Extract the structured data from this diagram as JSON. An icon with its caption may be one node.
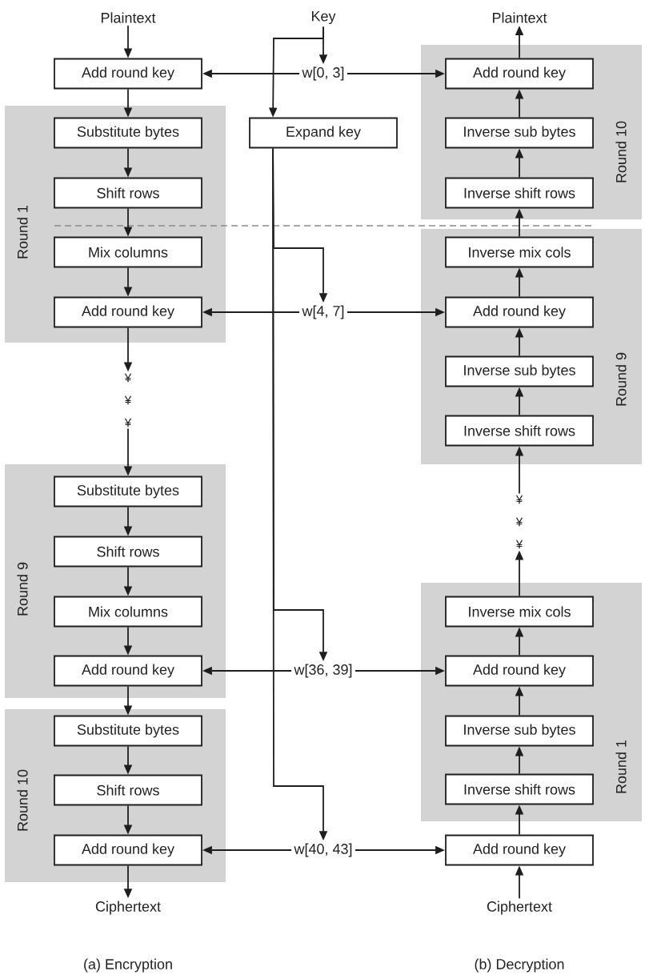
{
  "diagram": {
    "nodes": [
      {
        "text": [
          "Plaintext"
        ]
      },
      {
        "text": [
          "Add round key"
        ]
      },
      {
        "text": [
          "Round 1"
        ]
      },
      {
        "text": [
          "Substitute bytes"
        ],
        "in": 2
      },
      {
        "text": [
          "Shift rows"
        ],
        "in": 2
      },
      {
        "text": [
          "Mix columns"
        ],
        "in": 2
      },
      {
        "text": [
          "Add round key"
        ],
        "in": 2
      },
      {
        "text": [
          "Round 9"
        ]
      },
      {
        "text": [
          "Substitute bytes"
        ],
        "in": 7
      },
      {
        "text": [
          "Shift rows"
        ],
        "in": 7
      },
      {
        "text": [
          "Mix columns"
        ],
        "in": 7
      },
      {
        "text": [
          "Add round key"
        ],
        "in": 7
      },
      {
        "text": [
          "Round 10"
        ]
      },
      {
        "text": [
          "Substitute bytes"
        ],
        "in": 12
      },
      {
        "text": [
          "Shift rows"
        ],
        "in": 12
      },
      {
        "text": [
          "Add round key"
        ],
        "in": 12
      },
      {
        "text": [
          "Ciphertext"
        ]
      },
      {
        "text": [
          "Key"
        ]
      },
      {
        "text": [
          "w[0, 3]"
        ]
      },
      {
        "text": [
          "Expand key"
        ]
      },
      {
        "text": [
          "w[4, 7]"
        ]
      },
      {
        "text": [
          "w[36, 39]"
        ]
      },
      {
        "text": [
          "w[40, 43]"
        ]
      },
      {
        "text": [
          "Plaintext"
        ]
      },
      {
        "text": [
          "Round 10"
        ]
      },
      {
        "text": [
          "Add round key"
        ],
        "in": 24
      },
      {
        "text": [
          "Inverse sub bytes"
        ],
        "in": 24
      },
      {
        "text": [
          "Inverse shift rows"
        ],
        "in": 24
      },
      {
        "text": [
          "Round 9"
        ]
      },
      {
        "text": [
          "Inverse mix cols"
        ],
        "in": 28
      },
      {
        "text": [
          "Add round key"
        ],
        "in": 28
      },
      {
        "text": [
          "Inverse sub bytes"
        ],
        "in": 28
      },
      {
        "text": [
          "Inverse shift rows"
        ],
        "in": 28
      },
      {
        "text": [
          "Round 1"
        ]
      },
      {
        "text": [
          "Inverse mix cols"
        ],
        "in": 33
      },
      {
        "text": [
          "Add round key"
        ],
        "in": 33
      },
      {
        "text": [
          "Inverse sub bytes"
        ],
        "in": 33
      },
      {
        "text": [
          "Inverse shift rows"
        ],
        "in": 33
      },
      {
        "text": [
          "Add round key"
        ]
      },
      {
        "text": [
          "Ciphertext"
        ]
      },
      {
        "text": [
          "¥ ¥ ¥"
        ]
      },
      {
        "text": [
          "¥ ¥ ¥"
        ]
      }
    ],
    "edges": [
      {
        "from": 0,
        "to": 1,
        "arrow": "to"
      },
      {
        "from": 1,
        "to": 3,
        "arrow": "to"
      },
      {
        "from": 3,
        "to": 4,
        "arrow": "to"
      },
      {
        "from": 4,
        "to": 5,
        "arrow": "to"
      },
      {
        "from": 5,
        "to": 6,
        "arrow": "to"
      },
      {
        "from": 6,
        "to": 40,
        "arrow": "to"
      },
      {
        "from": 40,
        "to": 8,
        "arrow": "to"
      },
      {
        "from": 8,
        "to": 9,
        "arrow": "to"
      },
      {
        "from": 9,
        "to": 10,
        "arrow": "to"
      },
      {
        "from": 10,
        "to": 11,
        "arrow": "to"
      },
      {
        "from": 11,
        "to": 13,
        "arrow": "to"
      },
      {
        "from": 13,
        "to": 14,
        "arrow": "to"
      },
      {
        "from": 14,
        "to": 15,
        "arrow": "to"
      },
      {
        "from": 15,
        "to": 16,
        "arrow": "to"
      },
      {
        "from": 17,
        "to": 18,
        "arrow": "to"
      },
      {
        "from": 17,
        "to": 19,
        "arrow": "to"
      },
      {
        "from": 19,
        "to": 20,
        "arrow": "to"
      },
      {
        "from": 19,
        "to": 21,
        "arrow": "to"
      },
      {
        "from": 19,
        "to": 22,
        "arrow": "to"
      },
      {
        "from": 18,
        "to": 1,
        "arrow": "to"
      },
      {
        "from": 18,
        "to": 25,
        "arrow": "to"
      },
      {
        "from": 20,
        "to": 6,
        "arrow": "to"
      },
      {
        "from": 20,
        "to": 30,
        "arrow": "to"
      },
      {
        "from": 21,
        "to": 11,
        "arrow": "to"
      },
      {
        "from": 21,
        "to": 35,
        "arrow": "to"
      },
      {
        "from": 22,
        "to": 15,
        "arrow": "to"
      },
      {
        "from": 22,
        "to": 38,
        "arrow": "to"
      },
      {
        "from": 39,
        "to": 38,
        "arrow": "to"
      },
      {
        "from": 38,
        "to": 37,
        "arrow": "to"
      },
      {
        "from": 37,
        "to": 36,
        "arrow": "to"
      },
      {
        "from": 36,
        "to": 35,
        "arrow": "to"
      },
      {
        "from": 35,
        "to": 34,
        "arrow": "to"
      },
      {
        "from": 34,
        "to": 41,
        "arrow": "to"
      },
      {
        "from": 41,
        "to": 32,
        "arrow": "to"
      },
      {
        "from": 32,
        "to": 31,
        "arrow": "to"
      },
      {
        "from": 31,
        "to": 30,
        "arrow": "to"
      },
      {
        "from": 30,
        "to": 29,
        "arrow": "to"
      },
      {
        "from": 29,
        "to": 27,
        "arrow": "to"
      },
      {
        "from": 27,
        "to": 26,
        "arrow": "to"
      },
      {
        "from": 26,
        "to": 25,
        "arrow": "to"
      },
      {
        "from": 25,
        "to": 23,
        "arrow": "to"
      }
    ],
    "labels": [
      "(a) Encryption",
      "(b) Decryption"
    ]
  }
}
